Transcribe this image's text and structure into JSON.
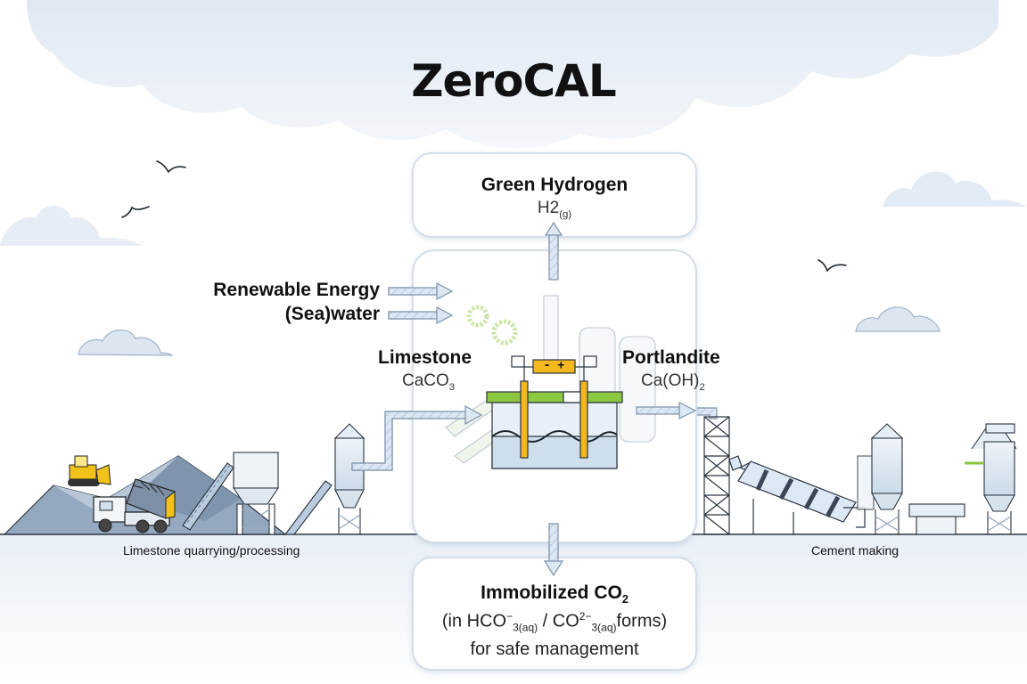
{
  "title": "ZeroCAL",
  "green_hydrogen": {
    "title": "Green Hydrogen",
    "formula_main": "H2",
    "formula_sub": "(g)"
  },
  "inputs": {
    "renewable_energy": "Renewable Energy",
    "seawater": "(Sea)water"
  },
  "limestone": {
    "title": "Limestone",
    "formula_main": "CaCO",
    "formula_sub": "3"
  },
  "portlandite": {
    "title": "Portlandite",
    "formula_main": "Ca(OH)",
    "formula_sub": "2"
  },
  "electrolyzer_sign": "- +",
  "immobilized_co2": {
    "title_main": "Immobilized CO",
    "title_sub": "2",
    "line2_pre": "(in HCO",
    "line2_sup1": "−",
    "line2_sub1": "3(aq)",
    "line2_mid": " / CO",
    "line2_sup2": "2−",
    "line2_sub2": "3(aq)",
    "line2_post": "forms)",
    "line3": "for safe management"
  },
  "left_caption": "Limestone quarrying/processing",
  "right_caption": "Cement making",
  "colors": {
    "cloud": "#e4ecf4",
    "pipe": "#d9e6f1",
    "pipe_stroke": "#7d93aa",
    "electrolyzer_yellow": "#f2b81d",
    "electrolyzer_green": "#8dc63f",
    "ground": "#2a3340"
  }
}
